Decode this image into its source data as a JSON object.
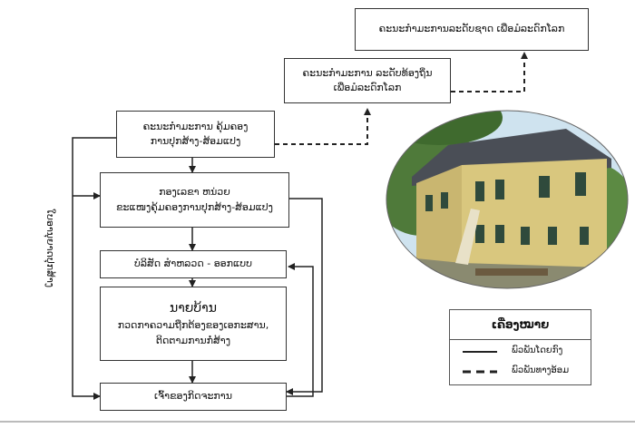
{
  "diagram": {
    "nodes": {
      "national_committee": "ຄະນະກໍາມະການລະດັບຊາດ ເພື່ອມໍລະດົກໂລກ",
      "local_committee": [
        "ຄະນະກໍາມະການ ລະດັບທ້ອງຖິ່ນ",
        "ເພື່ອມໍລະດົກໂລກ"
      ],
      "construction_committee": [
        "ຄະນະກໍາມະການ ຄຸ້ມຄອງ",
        "ການປຸກສ້າງ-ສ້ອມແປງ"
      ],
      "secretariat": [
        "ກອງເລຂາ ຫນ່ວຍ",
        "ຂະແໜງຄຸ້ມຄອງການປຸກສ້າງ-ສ້ອມແປງ"
      ],
      "engineer": "ບໍລິສັດ ສໍາຫລວດ - ອອກແບບ",
      "village_chief": [
        "ນາຍບ້ານ",
        "ກວດກາຄວາມຖືກຕ້ອງຂອງເອກະສານ,",
        "ຕິດຕາມການກໍ່ສ້າງ"
      ],
      "owner": "ເຈົ້າຂອງກິດຈະການ"
    },
    "side_label": "ໃບອານຸຍາດປຸກສ້າງ",
    "legend": {
      "title": "ເຄື່ອງໝາຍ",
      "solid": "ພົວພັນໂດຍກົງ",
      "dashed": "ພົວພັນທາງອ້ອມ"
    }
  },
  "colors": {
    "line": "#222222",
    "wall": "#d9c77e",
    "roof": "#4a4e56",
    "foliage": "#4f7a3a",
    "sky": "#cfe3ef"
  }
}
